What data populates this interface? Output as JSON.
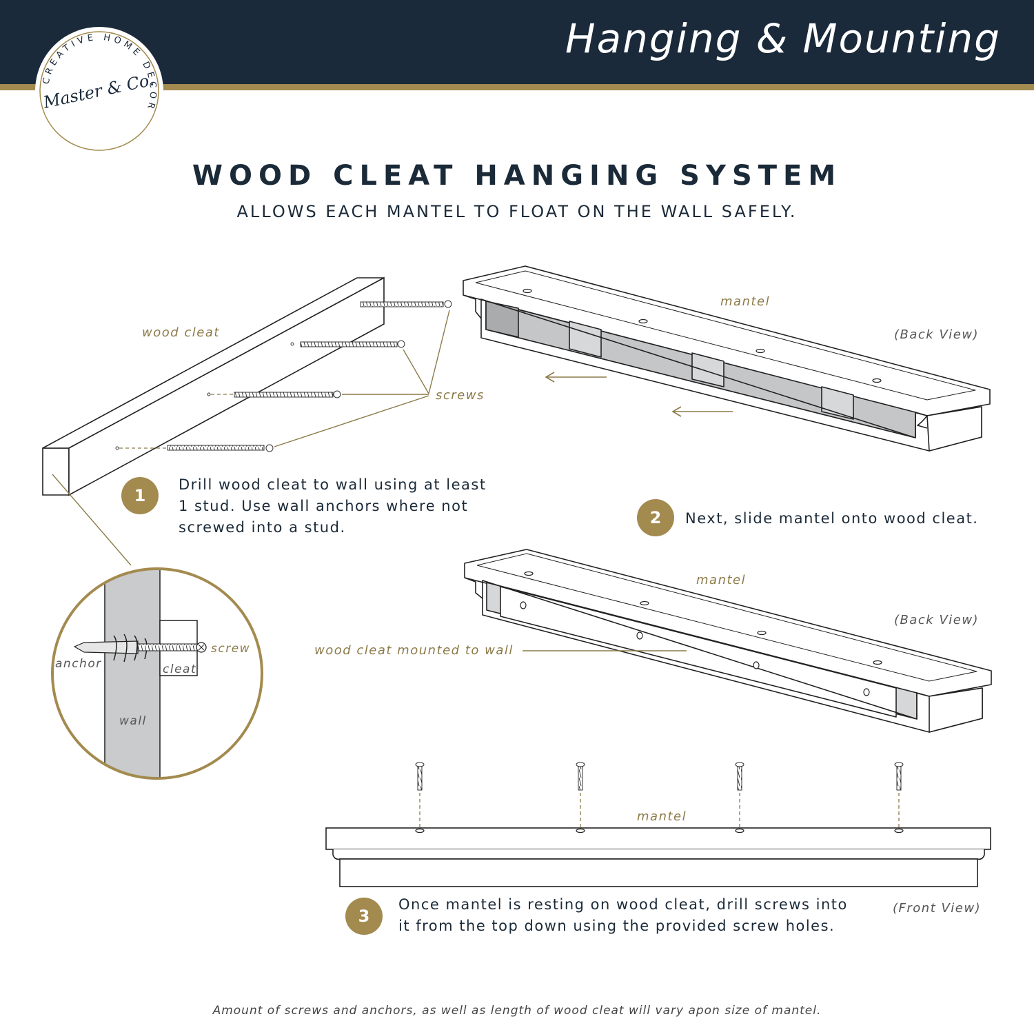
{
  "header": {
    "title": "Hanging & Mounting",
    "logo": {
      "ring_text": "CREATIVE HOME DECOR",
      "script_text": "Master & Co."
    }
  },
  "heading": {
    "title": "WOOD CLEAT HANGING SYSTEM",
    "subtitle": "ALLOWS EACH MANTEL TO FLOAT ON THE WALL SAFELY."
  },
  "labels": {
    "wood_cleat": "wood cleat",
    "screws": "screws",
    "mantel_1": "mantel",
    "back_view_1": "(Back View)",
    "mantel_2": "mantel",
    "back_view_2": "(Back View)",
    "wood_cleat_mounted": "wood cleat mounted to wall",
    "mantel_3": "mantel",
    "front_view": "(Front View)",
    "detail_screw": "screw",
    "detail_anchor": "anchor",
    "detail_cleat": "cleat",
    "detail_wall": "wall"
  },
  "steps": [
    {
      "number": "1",
      "text_lines": [
        "Drill wood cleat to wall using at least",
        "1 stud. Use wall anchors where not",
        "screwed into a stud."
      ]
    },
    {
      "number": "2",
      "text_lines": [
        "Next, slide mantel onto wood cleat."
      ]
    },
    {
      "number": "3",
      "text_lines": [
        "Once mantel is resting on wood cleat, drill screws into",
        "it from the top down using the provided screw holes."
      ]
    }
  ],
  "footer": "Amount of screws and anchors, as well as length of wood cleat will vary apon size of mantel.",
  "colors": {
    "navy": "#1a2a3a",
    "gold": "#a38a4e",
    "label_gold": "#8c7a48",
    "panel_grey": "#c4c6c8"
  }
}
